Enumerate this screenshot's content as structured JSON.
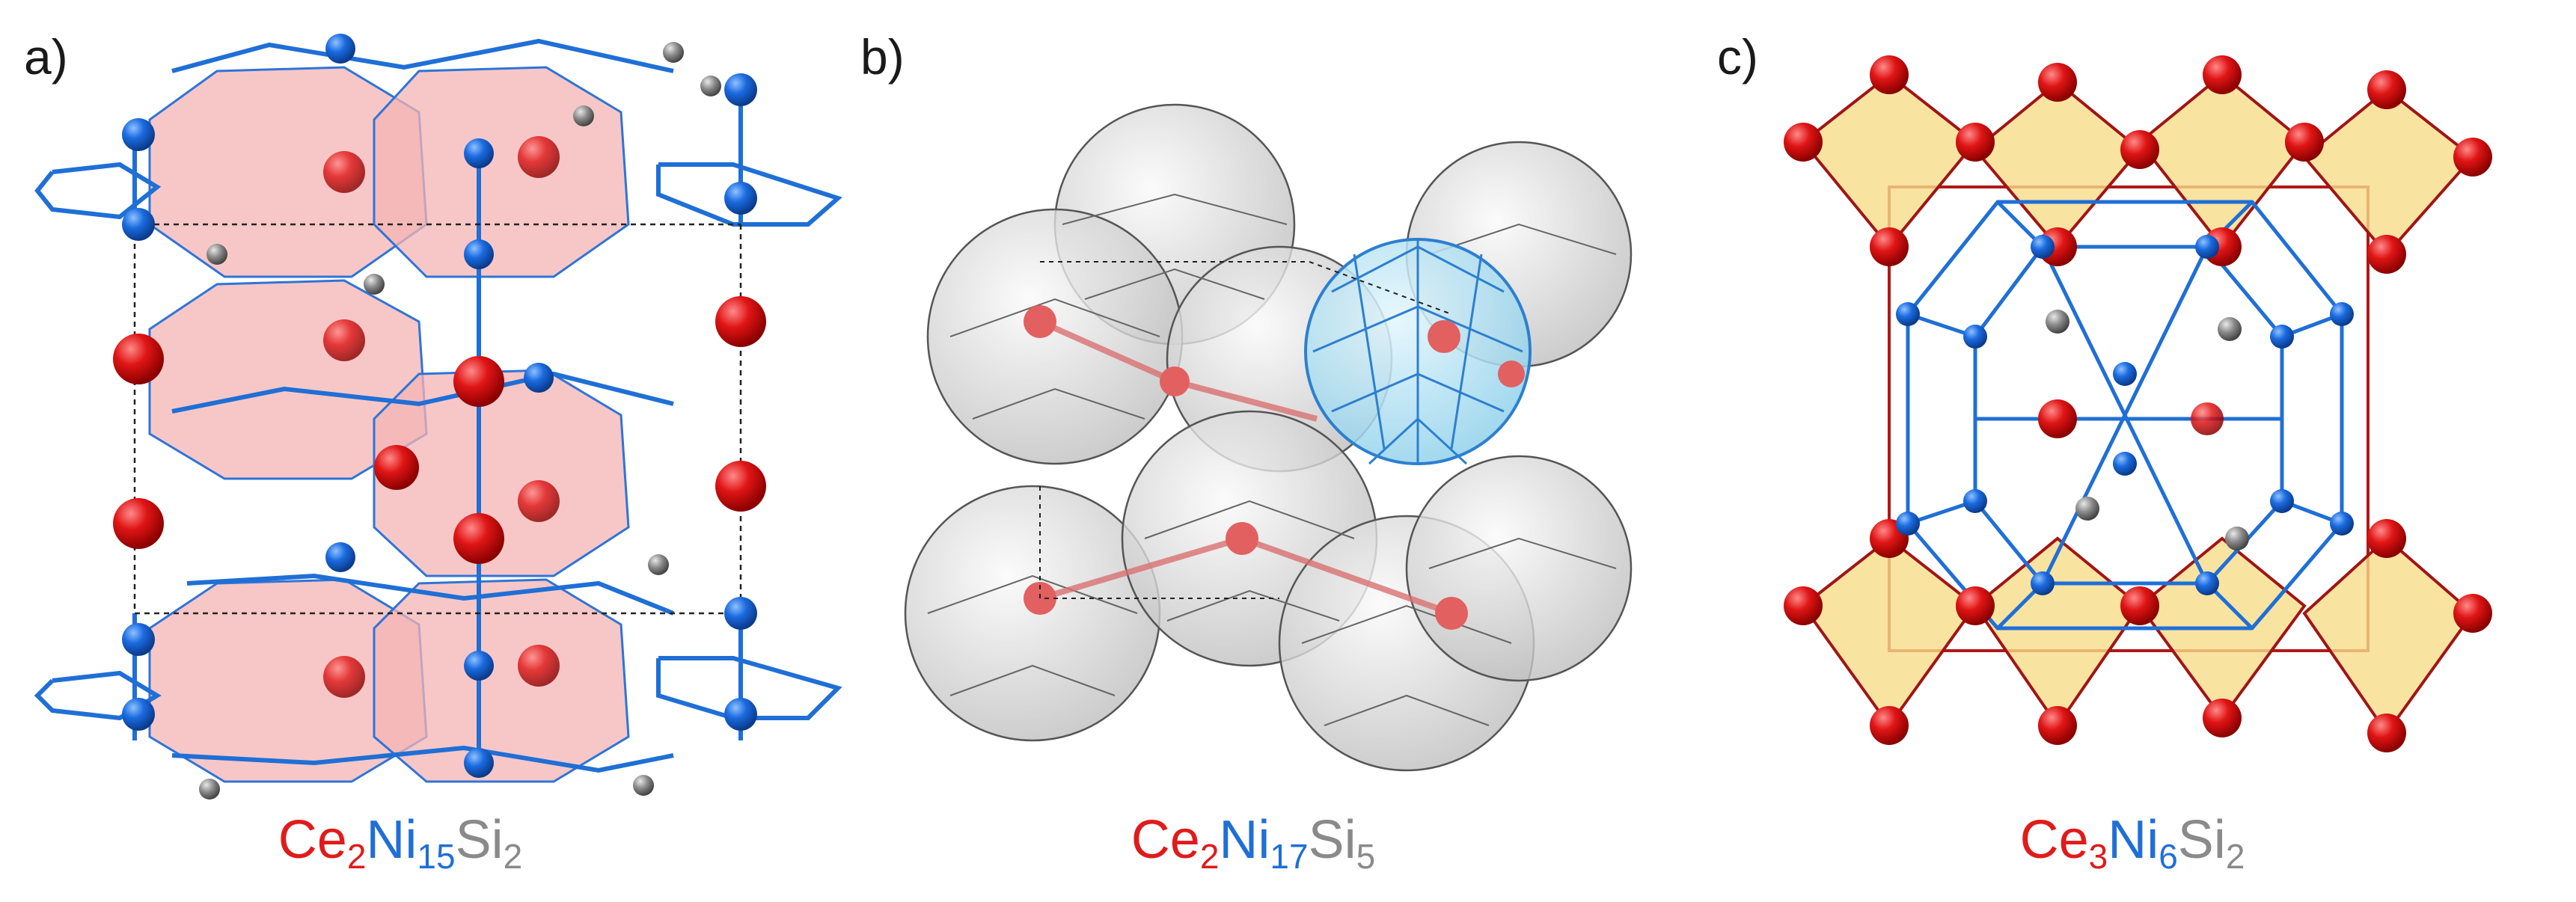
{
  "panels": [
    {
      "label": "a)",
      "formula": [
        {
          "el": "Ce",
          "n": "2",
          "color": "#e01b1b"
        },
        {
          "el": "Ni",
          "n": "15",
          "color": "#1f6fd6"
        },
        {
          "el": "Si",
          "n": "2",
          "color": "#8a8a8a"
        }
      ]
    },
    {
      "label": "b)",
      "formula": [
        {
          "el": "Ce",
          "n": "2",
          "color": "#e01b1b"
        },
        {
          "el": "Ni",
          "n": "17",
          "color": "#1f6fd6"
        },
        {
          "el": "Si",
          "n": "5",
          "color": "#8a8a8a"
        }
      ]
    },
    {
      "label": "c)",
      "formula": [
        {
          "el": "Ce",
          "n": "3",
          "color": "#e01b1b"
        },
        {
          "el": "Ni",
          "n": "6",
          "color": "#1f6fd6"
        },
        {
          "el": "Si",
          "n": "2",
          "color": "#8a8a8a"
        }
      ]
    }
  ],
  "colors": {
    "ce_atom": "#d8101a",
    "ni_atom": "#1765d8",
    "si_atom": "#808080",
    "ce_polyhedron_a": "#f5b8b8",
    "polyhedron_b": "#d9d9d9",
    "highlight_b": "#bde6f5",
    "octahedron_c": "#f7dc8a"
  }
}
